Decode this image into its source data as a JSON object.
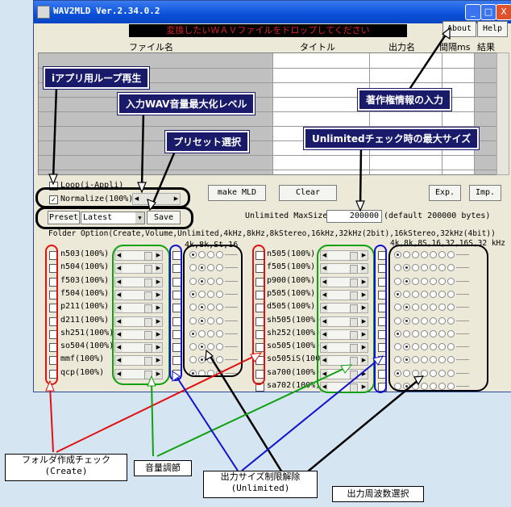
{
  "window": {
    "title": "WAV2MLD Ver.2.34.0.2",
    "minimize_glyph": "_",
    "maximize_glyph": "□",
    "close_glyph": "X"
  },
  "drop_banner": "変換したいＷＡＶファイルをドロップしてください",
  "menu": {
    "about": "About",
    "help": "Help"
  },
  "grid_headers": {
    "file": "ファイル名",
    "title": "タイトル",
    "output": "出力名",
    "interval": "間隔ms",
    "result": "結果"
  },
  "controls": {
    "loop_label": "Loop(i-Appli)",
    "normalize_label": "Normalize(100%)",
    "make_mld": "make MLD",
    "clear": "Clear",
    "exp": "Exp.",
    "imp": "Imp.",
    "preset_label": "Preset",
    "preset_value": "Latest",
    "save": "Save",
    "max_size_label": "Unlimited MaxSize",
    "max_size_value": "200000",
    "max_size_default": "(default 200000 bytes)",
    "folder_option": "Folder Option(Create,Volume,Unlimited,4kHz,8kHz,8kStereo,16kHz,32kHz(2bit),16kStereo,32kHz(4bit))",
    "freq_left": "4k,8k,St,16",
    "freq_right": "4k,8k,8S,16,32,16S,32 kHz"
  },
  "devices_left": [
    "n503(100%)",
    "n504(100%)",
    "f503(100%)",
    "f504(100%)",
    "p211(100%)",
    "d211(100%)",
    "sh251(100%)",
    "so504(100%)",
    "mmf(100%)",
    "qcp(100%)"
  ],
  "devices_right": [
    "n505(100%)",
    "f505(100%)",
    "p900(100%)",
    "p505(100%)",
    "d505(100%)",
    "sh505(100%)",
    "sh252(100%)",
    "so505(100%)",
    "so505iS(100",
    "sa700(100%)",
    "sa702(100%)"
  ],
  "callouts": {
    "iappli_loop": "iアプリ用ループ再生",
    "normalize": "入力WAV音量最大化レベル",
    "preset": "プリセット選択",
    "copyright": "著作権情報の入力",
    "max_size": "Unlimitedチェック時の最大サイズ",
    "folder_create": [
      "フォルダ作成チェック",
      "(Create)"
    ],
    "volume": "音量調節",
    "unlimited": [
      "出力サイズ制限解除",
      "(Unlimited)"
    ],
    "freq_select": "出力周波数選択"
  },
  "colors": {
    "red": "#e01010",
    "green": "#10a010",
    "blue": "#1010d0",
    "black": "#000000",
    "titlebar": "#0a4fd9"
  }
}
